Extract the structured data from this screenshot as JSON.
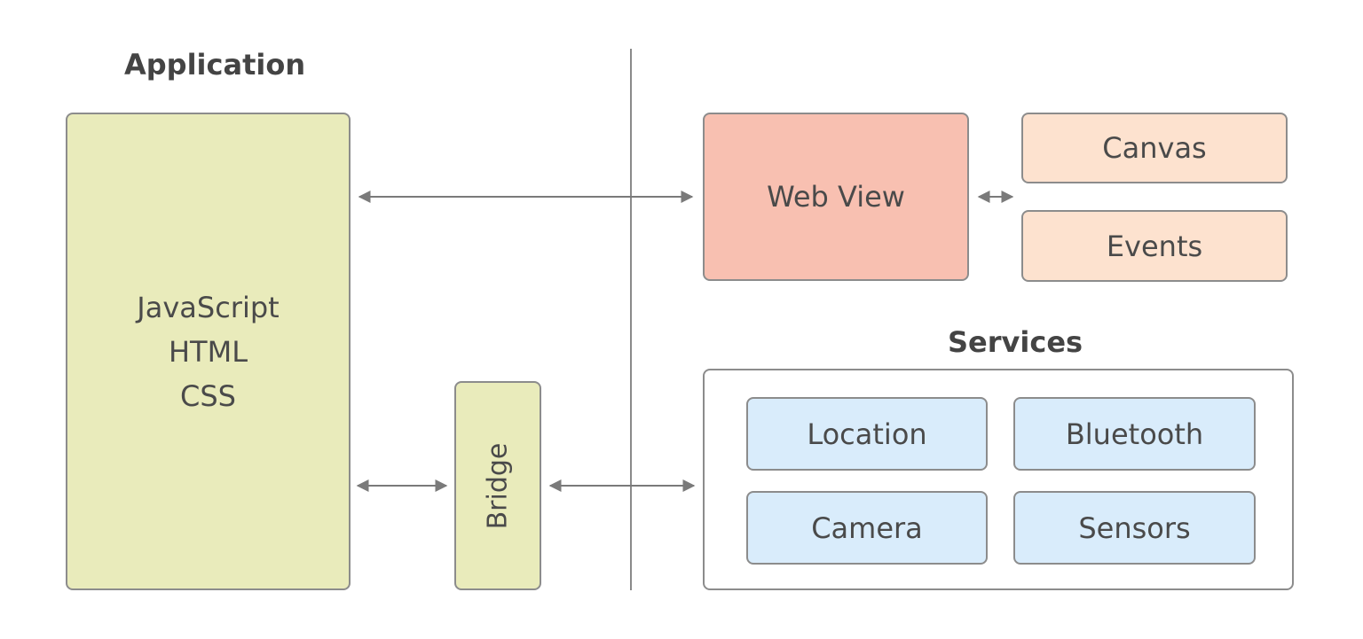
{
  "application": {
    "title": "Application",
    "lines": [
      "JavaScript",
      "HTML",
      "CSS"
    ]
  },
  "bridge": {
    "label": "Bridge"
  },
  "webview": {
    "label": "Web View",
    "children": [
      "Canvas",
      "Events"
    ]
  },
  "services": {
    "title": "Services",
    "items": [
      "Location",
      "Bluetooth",
      "Camera",
      "Sensors"
    ]
  },
  "colors": {
    "application": "#e9ebbb",
    "webview": "#f8c0b1",
    "webview_children": "#fde2cf",
    "services_items": "#d9ecfb",
    "border": "#8c8c8c",
    "arrow": "#7a7a7a"
  }
}
